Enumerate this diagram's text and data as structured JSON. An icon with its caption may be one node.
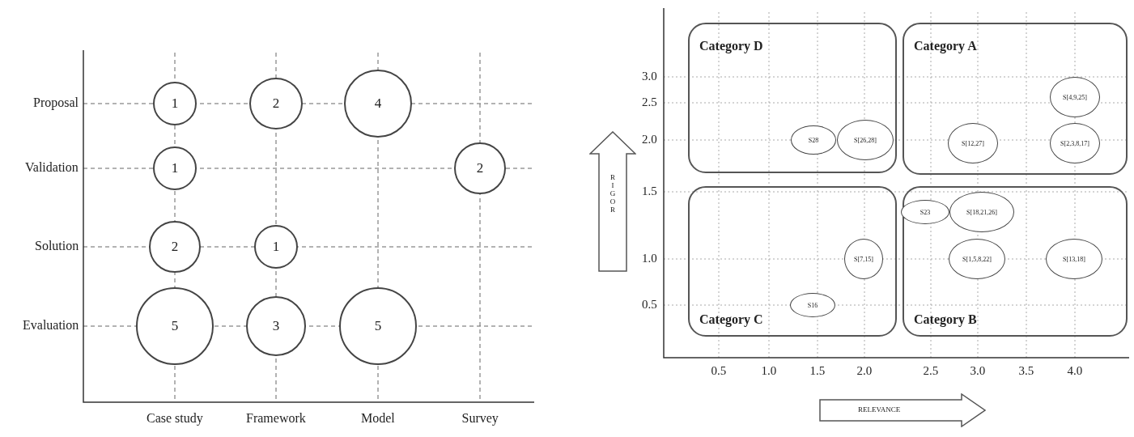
{
  "diagram": {
    "nodes": [
      {
        "text": [
          "1"
        ]
      },
      {
        "text": [
          "2"
        ]
      },
      {
        "text": [
          "4"
        ]
      },
      {
        "text": [
          "1"
        ]
      },
      {
        "text": [
          "2"
        ]
      },
      {
        "text": [
          "2"
        ]
      },
      {
        "text": [
          "1"
        ]
      },
      {
        "text": [
          "5"
        ]
      },
      {
        "text": [
          "3"
        ]
      },
      {
        "text": [
          "5"
        ]
      },
      {
        "text": [
          "RIGOR"
        ]
      },
      {
        "text": [
          "Category D"
        ]
      },
      {
        "text": [
          "S28"
        ],
        "in": 11
      },
      {
        "text": [
          "S[26,28]"
        ],
        "in": 11
      },
      {
        "text": [
          "Category A"
        ]
      },
      {
        "text": [
          "S[4,9,25]"
        ],
        "in": 14
      },
      {
        "text": [
          "S[12,27]"
        ],
        "in": 14
      },
      {
        "text": [
          "S[2,3,8,17]"
        ],
        "in": 14
      },
      {
        "text": [
          "Category C"
        ]
      },
      {
        "text": [
          "S[7,15]"
        ],
        "in": 18
      },
      {
        "text": [
          "S16"
        ],
        "in": 18
      },
      {
        "text": [
          "Category B"
        ]
      },
      {
        "text": [
          "S23"
        ],
        "in": 21
      },
      {
        "text": [
          "S[18,21,26]"
        ],
        "in": 21
      },
      {
        "text": [
          "S[1,5,8,22]"
        ],
        "in": 21
      },
      {
        "text": [
          "S[13,18]"
        ],
        "in": 21
      },
      {
        "text": [
          "RELEVANCE"
        ]
      }
    ],
    "labels": [
      "Proposal",
      "Validation",
      "Solution",
      "Evaluation",
      "Case study",
      "Framework",
      "Model",
      "Survey",
      "0.5",
      "1.0",
      "1.5",
      "2.0",
      "2.5",
      "3.0",
      "3.5",
      "4.0",
      "3.0",
      "2.5",
      "2.0",
      "1.5",
      "1.0",
      "0.5"
    ]
  }
}
